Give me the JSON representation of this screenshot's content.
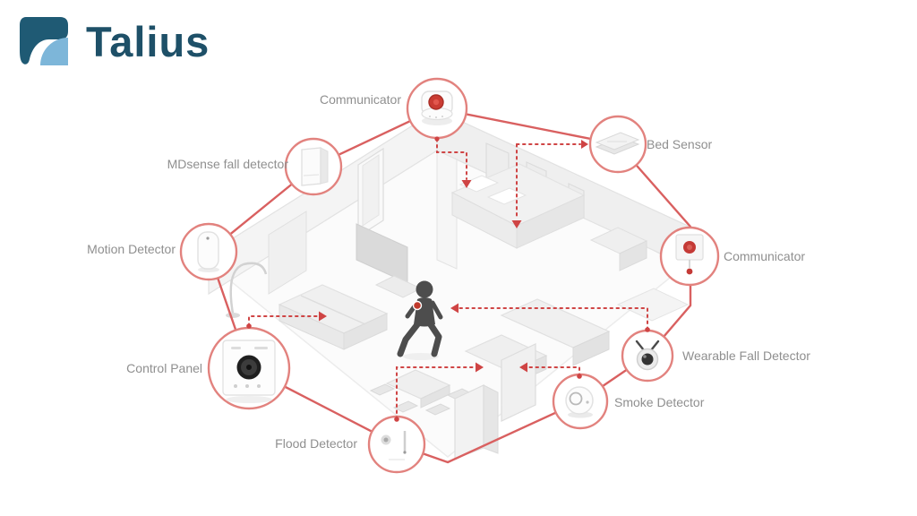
{
  "logo": {
    "brand": "Talius"
  },
  "diagram": {
    "type": "smart-home sensor floor plan",
    "labels": {
      "communicator_top": "Communicator",
      "bed_sensor": "Bed Sensor",
      "mdsense_fall_detector": "MDsense fall detector",
      "motion_detector": "Motion Detector",
      "communicator_right": "Communicator",
      "wearable_fall_detector": "Wearable Fall Detector",
      "smoke_detector": "Smoke Detector",
      "control_panel": "Control Panel",
      "flood_detector": "Flood Detector"
    },
    "icons": {
      "communicator_top": "ceiling-communicator-icon",
      "bed_sensor": "bed-sensor-pad-icon",
      "mdsense_fall_detector": "wall-box-sensor-icon",
      "motion_detector": "motion-sensor-icon",
      "communicator_right": "wall-button-communicator-icon",
      "wearable_fall_detector": "pendant-icon",
      "smoke_detector": "smoke-detector-icon",
      "control_panel": "control-panel-speaker-icon",
      "flood_detector": "flood-probe-icon",
      "center": "walking-person-icon"
    },
    "colors": {
      "accent_red": "#d96060",
      "dashed_red": "#cf4444",
      "device_dot_red": "#c43a36",
      "label_gray": "#8f8f8f",
      "logo_teal": "#1e5068",
      "logo_light_blue": "#7db6d9",
      "floor_gray": "#f2f2f2",
      "person_gray": "#4d4d4d"
    }
  }
}
